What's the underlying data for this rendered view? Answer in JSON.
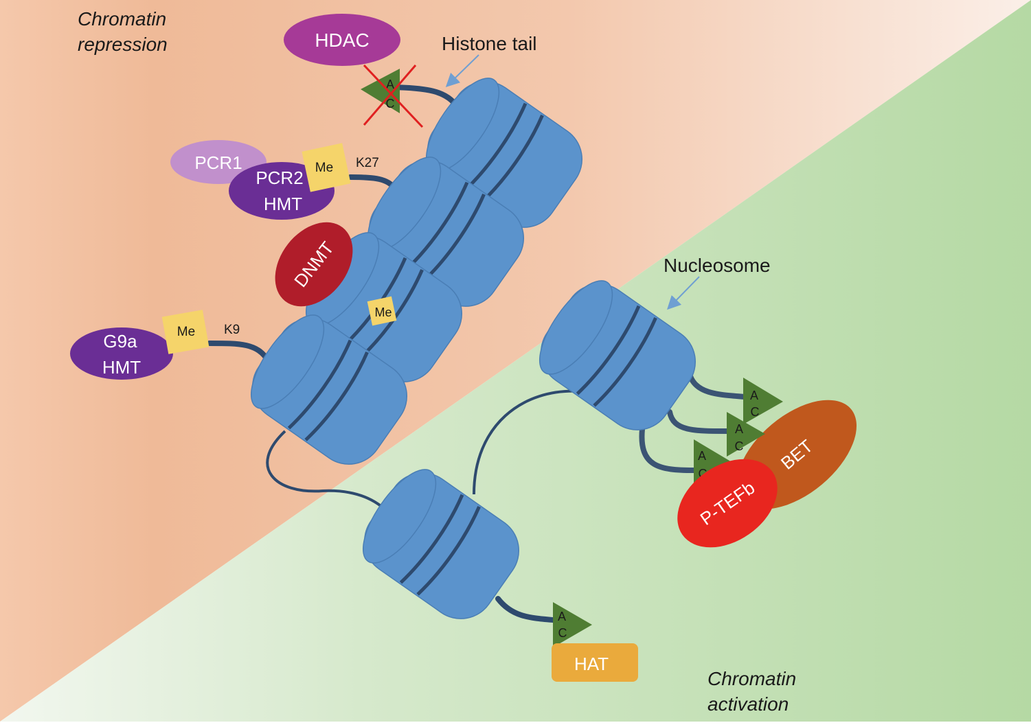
{
  "regions": {
    "repression_label": [
      "Chromatin",
      "repression"
    ],
    "activation_label": [
      "Chromatin",
      "activation"
    ]
  },
  "labels": {
    "histone_tail": "Histone tail",
    "nucleosome": "Nucleosome",
    "k27": "K27",
    "k9": "K9"
  },
  "enzymes": {
    "hdac": "HDAC",
    "pcr1": "PCR1",
    "pcr2_hmt": [
      "PCR2",
      "HMT"
    ],
    "dnmt": "DNMT",
    "g9a_hmt": [
      "G9a",
      "HMT"
    ],
    "bet": "BET",
    "ptefb": "P-TEFb",
    "hat": "HAT"
  },
  "marks": {
    "methyl": "Me",
    "acetyl": [
      "A",
      "C"
    ]
  },
  "colors": {
    "repression_bg": "#f1bf9e",
    "activation_bg": "#c9e2bd",
    "nucleosome": "#5b93cc",
    "dna": "#2e4a6e",
    "acetyl": "#4f7d33",
    "methyl": "#f5d46a",
    "hdac": "#a63a97",
    "pcr1": "#c190cc",
    "hmt": "#6a2e95",
    "dnmt": "#b01d2a",
    "bet": "#c0581d",
    "ptefb": "#e8261f",
    "hat": "#eaaa3c",
    "cross": "#e02020",
    "arrow": "#6f9fd2"
  }
}
